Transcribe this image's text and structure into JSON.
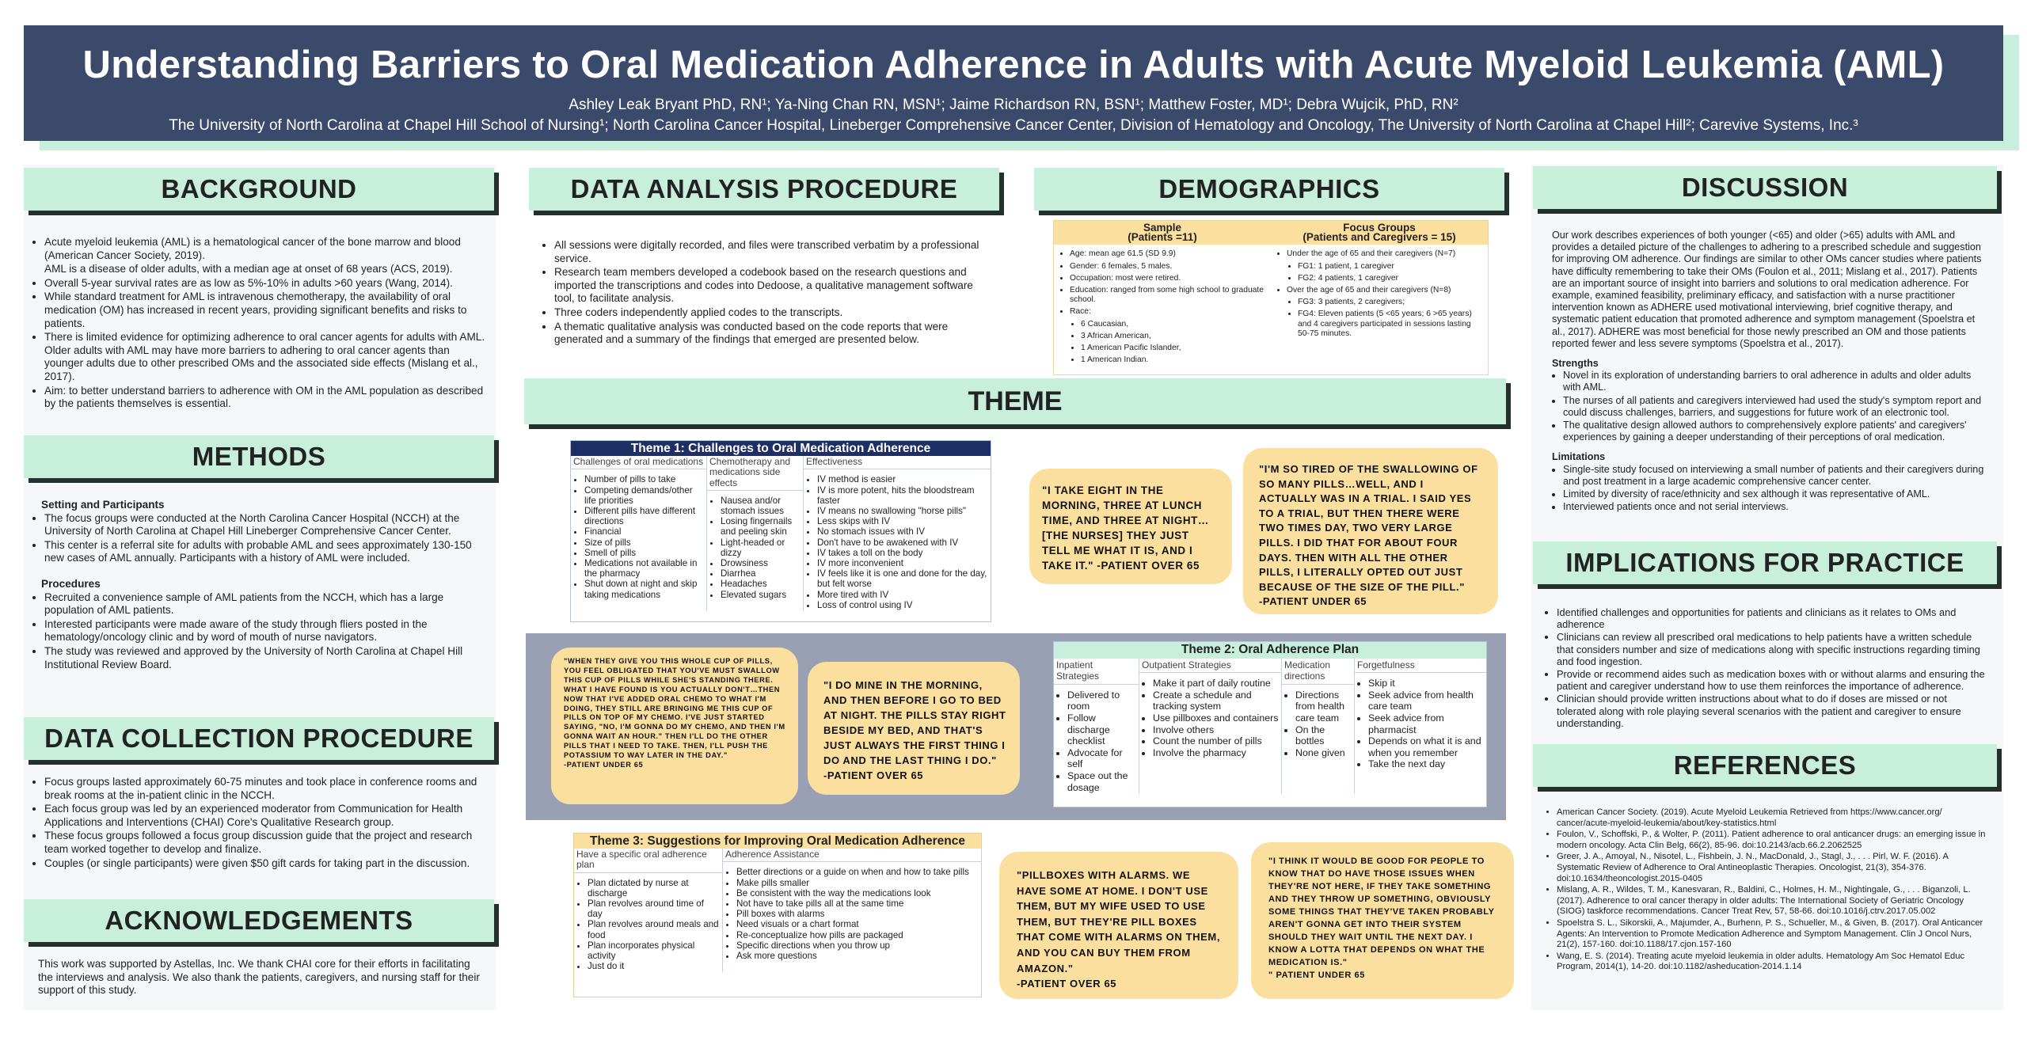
{
  "header": {
    "title": "Understanding Barriers to Oral Medication Adherence in Adults with Acute Myeloid Leukemia (AML)",
    "authors": "Ashley Leak Bryant PhD, RN¹; Ya-Ning Chan RN, MSN¹; Jaime Richardson RN, BSN¹; Matthew Foster, MD¹; Debra Wujcik, PhD, RN²",
    "affiliations": "The University of North Carolina at Chapel Hill School of Nursing¹; North Carolina Cancer Hospital, Lineberger Comprehensive Cancer Center, Division of Hematology and Oncology, The University of North Carolina at Chapel Hill²; Carevive Systems, Inc.³"
  },
  "background": {
    "heading": "BACKGROUND",
    "items": [
      "Acute myeloid leukemia (AML) is a hematological cancer of the bone marrow and blood (American Cancer Society, 2019).",
      "AML is a disease of older adults, with a median age at onset of 68 years (ACS, 2019).",
      "Overall 5-year survival rates are as low as 5%-10% in adults >60 years (Wang, 2014).",
      "While standard treatment for AML is intravenous chemotherapy, the availability of oral medication (OM) has increased in recent years, providing significant benefits and risks to patients.",
      "There is limited evidence for optimizing adherence to oral cancer agents for adults with AML. Older adults with AML may have more barriers to adhering to oral cancer agents than younger adults due to other prescribed OMs and the associated side effects (Mislang et al., 2017).",
      "Aim: to better understand barriers to adherence with OM in the AML population as described by the patients themselves is essential."
    ]
  },
  "methods": {
    "heading": "METHODS",
    "sub1": "Setting and Participants",
    "items1": [
      "The focus groups were conducted at the North Carolina Cancer Hospital (NCCH) at the University of North Carolina at Chapel Hill Lineberger Comprehensive Cancer Center.",
      "This center is a referral site for adults with probable AML and sees approximately 130-150 new cases of AML annually. Participants with a history of AML were included."
    ],
    "sub2": "Procedures",
    "items2": [
      "Recruited a convenience sample of AML patients from the NCCH, which has a large population of AML patients.",
      "Interested participants were made aware of the study through fliers posted in the hematology/oncology clinic and by word of mouth of nurse navigators.",
      "The study was reviewed and approved by the University of North Carolina at Chapel Hill Institutional Review Board."
    ]
  },
  "datacollection": {
    "heading": "DATA COLLECTION PROCEDURE",
    "items": [
      "Focus groups lasted approximately 60-75 minutes and took place in conference rooms and break rooms at the in-patient clinic in the NCCH.",
      "Each focus group was led by an experienced moderator from Communication for Health Applications and Interventions (CHAI) Core's Qualitative Research group.",
      "These focus groups followed a focus group discussion guide that the project and research team worked together to develop and finalize.",
      "Couples (or single participants) were given $50 gift cards for taking part in the discussion."
    ]
  },
  "ack": {
    "heading": "ACKNOWLEDGEMENTS",
    "text": "This work was supported by Astellas, Inc. We thank CHAI core for their efforts in facilitating the interviews and analysis. We also thank the patients, caregivers, and nursing staff for their support of this study."
  },
  "analysis": {
    "heading": "DATA ANALYSIS PROCEDURE",
    "items": [
      "All sessions were digitally recorded, and files were transcribed verbatim by a professional service.",
      "Research team members developed a codebook based on the research questions and imported the transcriptions and codes into Dedoose, a qualitative management software tool, to facilitate analysis.",
      "Three coders independently applied codes to the transcripts.",
      "A thematic qualitative analysis was conducted based on the code reports that were generated and a summary of the findings that emerged are presented below."
    ]
  },
  "demographics": {
    "heading": "DEMOGRAPHICS",
    "col1_head": "Sample\n(Patients =11)",
    "col2_head": "Focus Groups\n(Patients and Caregivers = 15)",
    "col1": [
      "Age: mean age 61.5 (SD 9.9)",
      "Gender: 6 females, 5 males.",
      "Occupation: most were retired.",
      "Education: ranged from some high school to graduate school.",
      "Race:"
    ],
    "race": [
      "6 Caucasian,",
      "3 African American,",
      "1 American Pacific Islander,",
      "1 American Indian."
    ],
    "col2a": "Under the age of 65 and their caregivers (N=7)",
    "col2a_items": [
      "FG1: 1 patient, 1 caregiver",
      "FG2: 4 patients, 1 caregiver"
    ],
    "col2b": "Over the age of 65 and their caregivers (N=8)",
    "col2b_items": [
      "FG3: 3 patients, 2 caregivers;",
      "FG4: Eleven patients (5 <65 years; 6 >65 years) and 4 caregivers participated in sessions lasting 50-75 minutes."
    ]
  },
  "theme": {
    "heading": "THEME"
  },
  "theme1": {
    "title": "Theme 1: Challenges to Oral Medication Adherence",
    "h1": "Challenges of oral medications",
    "h2": "Chemotherapy and medications side effects",
    "h3": "Effectiveness",
    "c1": [
      "Number of pills to take",
      "Competing demands/other life priorities",
      "Different pills have different directions",
      "Financial",
      "Size of pills",
      "Smell of pills",
      "Medications not available in the pharmacy",
      "Shut down at night and skip taking medications"
    ],
    "c2": [
      "Nausea and/or stomach issues",
      "Losing fingernails and peeling skin",
      "Light-headed or dizzy",
      "Drowsiness",
      "Diarrhea",
      "Headaches",
      "Elevated sugars"
    ],
    "c3": [
      "IV method is easier",
      "IV is more potent, hits the bloodstream faster",
      "IV means no swallowing \"horse pills\"",
      "Less skips with IV",
      "No stomach issues with IV",
      "Don't have to be awakened with IV",
      "IV takes a toll on the body",
      "IV more inconvenient",
      "IV feels like it is one and done for the day, but felt worse",
      "More tired with IV",
      "Loss of control using IV"
    ]
  },
  "theme2": {
    "title": "Theme 2: Oral Adherence Plan",
    "h1": "Inpatient Strategies",
    "h2": "Outpatient Strategies",
    "h3": "Medication directions",
    "h4": "Forgetfulness",
    "c1": [
      "Delivered to room",
      "Follow discharge checklist",
      "Advocate for self",
      "Space out the dosage"
    ],
    "c2": [
      "Make it part of daily routine",
      "Create a schedule and tracking system",
      "Use pillboxes and containers",
      "Involve others",
      "Count the number of pills",
      "Involve the pharmacy"
    ],
    "c3": [
      "Directions from health care team",
      "On the bottles",
      "None given"
    ],
    "c4": [
      "Skip it",
      "Seek advice from health care team",
      "Seek advice from pharmacist",
      "Depends on what it is and when you remember",
      "Take the next day"
    ]
  },
  "theme3": {
    "title": "Theme 3: Suggestions for Improving Oral Medication Adherence",
    "h1": "Have a specific oral adherence plan",
    "h2": "Adherence Assistance",
    "c1": [
      "Plan dictated by nurse at discharge",
      "Plan revolves around time of day",
      "Plan revolves around meals and food",
      "Plan incorporates physical activity",
      "Just do it"
    ],
    "c2": [
      "Better directions or a guide on when and how to take pills",
      "Make pills smaller",
      "Be consistent with the way the medications look",
      "Not have to take pills all at the same time",
      "Pill boxes with alarms",
      "Need visuals or a chart format",
      "Re-conceptualize how pills are packaged",
      "Specific directions when you throw up",
      "Ask more questions"
    ]
  },
  "quotes": {
    "q1": "\"I take eight in the morning, three at lunch time, and three at night…[the nurses] they just tell me what it is, and I take it.\" -Patient over 65",
    "q2": "\"I'm so tired of the swallowing of so many pills…well, and I actually was in a trial. I said yes to a trial, but then there were two times day, two very large pills. I did that for about four days. Then with all the other pills, I literally opted out just because of the size of the pill.\"",
    "q2b": "-Patient under 65",
    "q3": "\"When they give you this whole cup of pills, you feel obligated that you've must swallow this cup of pills while she's standing there. What I have found is you actually don't…then now that I've added oral chemo to what I'm doing, they still are bringing me this cup of pills on top of my chemo. I've just started saying, \"No, I'm gonna do my chemo, and then I'm gonna wait an hour.\" Then I'll do the other pills that I need to take. Then, I'll push the potassium to way later in the day.\"",
    "q3b": "-Patient under 65",
    "q4": "\"I do mine in the morning, and then before I go to bed at night. The pills stay right beside my bed, and that's just always the first thing I do and the last thing I do.\"",
    "q4b": "-Patient over 65",
    "q5": "\"Pillboxes with alarms. We have some at home. I don't use them, but my wife used to use them, but they're pill boxes that come with alarms on them, and you can buy them from Amazon.\"",
    "q5b": "-Patient over 65",
    "q6": "\"I think it would be good for people to know that do have those issues when they're not here, if they take something and they throw up something, obviously some things that they've taken probably aren't gonna get into their system should they wait until the next day. I know a lotta that depends on what the medication is.\"",
    "q6b": "\" Patient under 65"
  },
  "discussion": {
    "heading": "DISCUSSION",
    "text": "Our work describes experiences of both younger (<65) and older (>65) adults with AML and provides a detailed picture of the challenges to adhering to a prescribed schedule and suggestion for improving OM adherence. Our findings are similar to other OMs cancer studies where patients have difficulty remembering to take their OMs (Foulon et al., 2011; Mislang et al., 2017). Patients are an important source of insight into barriers and solutions to oral medication adherence. For example, examined feasibility, preliminary efficacy, and satisfaction with a nurse practitioner intervention known as ADHERE used motivational interviewing, brief cognitive therapy, and systematic patient education that promoted adherence and symptom management (Spoelstra et al., 2017). ADHERE was most beneficial for those newly prescribed an OM and those patients reported fewer and less severe symptoms (Spoelstra et al., 2017).",
    "strengths_label": "Strengths",
    "strengths": [
      "Novel in its exploration of understanding barriers to oral adherence in adults and older adults with AML.",
      "The nurses of all patients and caregivers interviewed had used the study's symptom report and could discuss challenges, barriers, and suggestions for future work of an electronic tool.",
      "The qualitative design allowed authors to comprehensively explore patients' and caregivers' experiences by gaining a deeper understanding of their perceptions of oral medication."
    ],
    "limitations_label": "Limitations",
    "limitations": [
      "Single-site study focused on interviewing a small number of patients and their caregivers during and post treatment in a large academic comprehensive cancer center.",
      "Limited by diversity of race/ethnicity and sex although it was representative of AML.",
      "Interviewed patients once and not serial interviews."
    ]
  },
  "implications": {
    "heading": "IMPLICATIONS FOR PRACTICE",
    "items": [
      "Identified challenges and opportunities for patients and clinicians as it relates to OMs and adherence",
      "Clinicians can review all prescribed oral medications to help patients have a written schedule that considers number and size of medications along with specific instructions regarding timing and food ingestion.",
      "Provide or recommend aides such as medication boxes with or without alarms and ensuring the patient and caregiver understand how to use them reinforces the importance of adherence.",
      "Clinician should provide written instructions about what to do if doses are missed or not tolerated along with role playing several scenarios with the patient and caregiver to ensure understanding."
    ]
  },
  "references": {
    "heading": "REFERENCES",
    "items": [
      "American Cancer Society. (2019). Acute Myeloid Leukemia Retrieved from https://www.cancer.org/ cancer/acute-myeloid-leukemia/about/key-statistics.html",
      "Foulon, V., Schoffski, P., & Wolter, P. (2011). Patient adherence to oral anticancer drugs: an emerging issue in modern oncology. Acta Clin Belg, 66(2), 85-96. doi:10.2143/acb.66.2.2062525",
      "Greer, J. A., Amoyal, N., Nisotel, L., Fishbein, J. N., MacDonald, J., Stagl, J., . . . Pirl, W. F. (2016). A Systematic Review of Adherence to Oral Antineoplastic Therapies. Oncologist, 21(3), 354-376. doi:10.1634/theoncologist.2015-0405",
      "Mislang, A. R., Wildes, T. M., Kanesvaran, R., Baldini, C., Holmes, H. M., Nightingale, G., . . . Biganzoli, L. (2017). Adherence to oral cancer therapy in older adults: The International Society of Geriatric Oncology (SIOG) taskforce recommendations. Cancer Treat Rev, 57, 58-66. doi:10.1016/j.ctrv.2017.05.002",
      "Spoelstra S. L., Sikorskii, A., Majumder, A., Burhenn, P. S., Schueller, M., & Given, B. (2017). Oral Anticancer Agents: An Intervention to Promote Medication Adherence and Symptom Management. Clin J Oncol Nurs, 21(2), 157-160. doi:10.1188/17.cjon.157-160",
      "Wang, E. S. (2014). Treating acute myeloid leukemia in older adults. Hematology Am Soc Hematol Educ Program, 2014(1), 14-20. doi:10.1182/asheducation-2014.1.14"
    ]
  }
}
